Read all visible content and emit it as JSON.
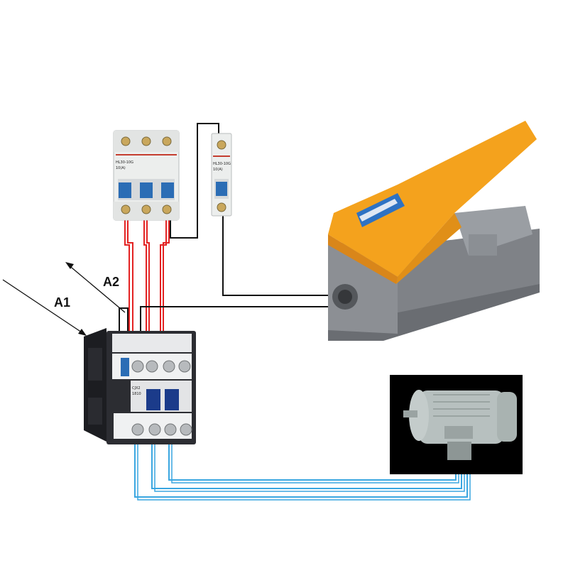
{
  "diagram": {
    "labels": {
      "a1": "A1",
      "a2": "A2"
    },
    "breaker_3p": {
      "model_text": "HL30-10G",
      "rating_text": "10(A)",
      "icon": "three-pole-breaker"
    },
    "breaker_1p": {
      "model_text": "HL30-10G",
      "rating_text": "10(A)",
      "icon": "single-pole-breaker"
    },
    "contactor": {
      "model_text": "CJX2",
      "rating_text": "1810",
      "icon": "ac-contactor"
    },
    "foot_switch": {
      "icon": "foot-pedal-switch"
    },
    "motor": {
      "icon": "electric-motor"
    },
    "colors": {
      "phase_wire": "#e32222",
      "control_wire": "#111111",
      "motor_wire": "#3aa6e0",
      "pedal_orange": "#f4a21d",
      "housing_gray": "#8a8d92",
      "motor_background": "#000000"
    }
  }
}
